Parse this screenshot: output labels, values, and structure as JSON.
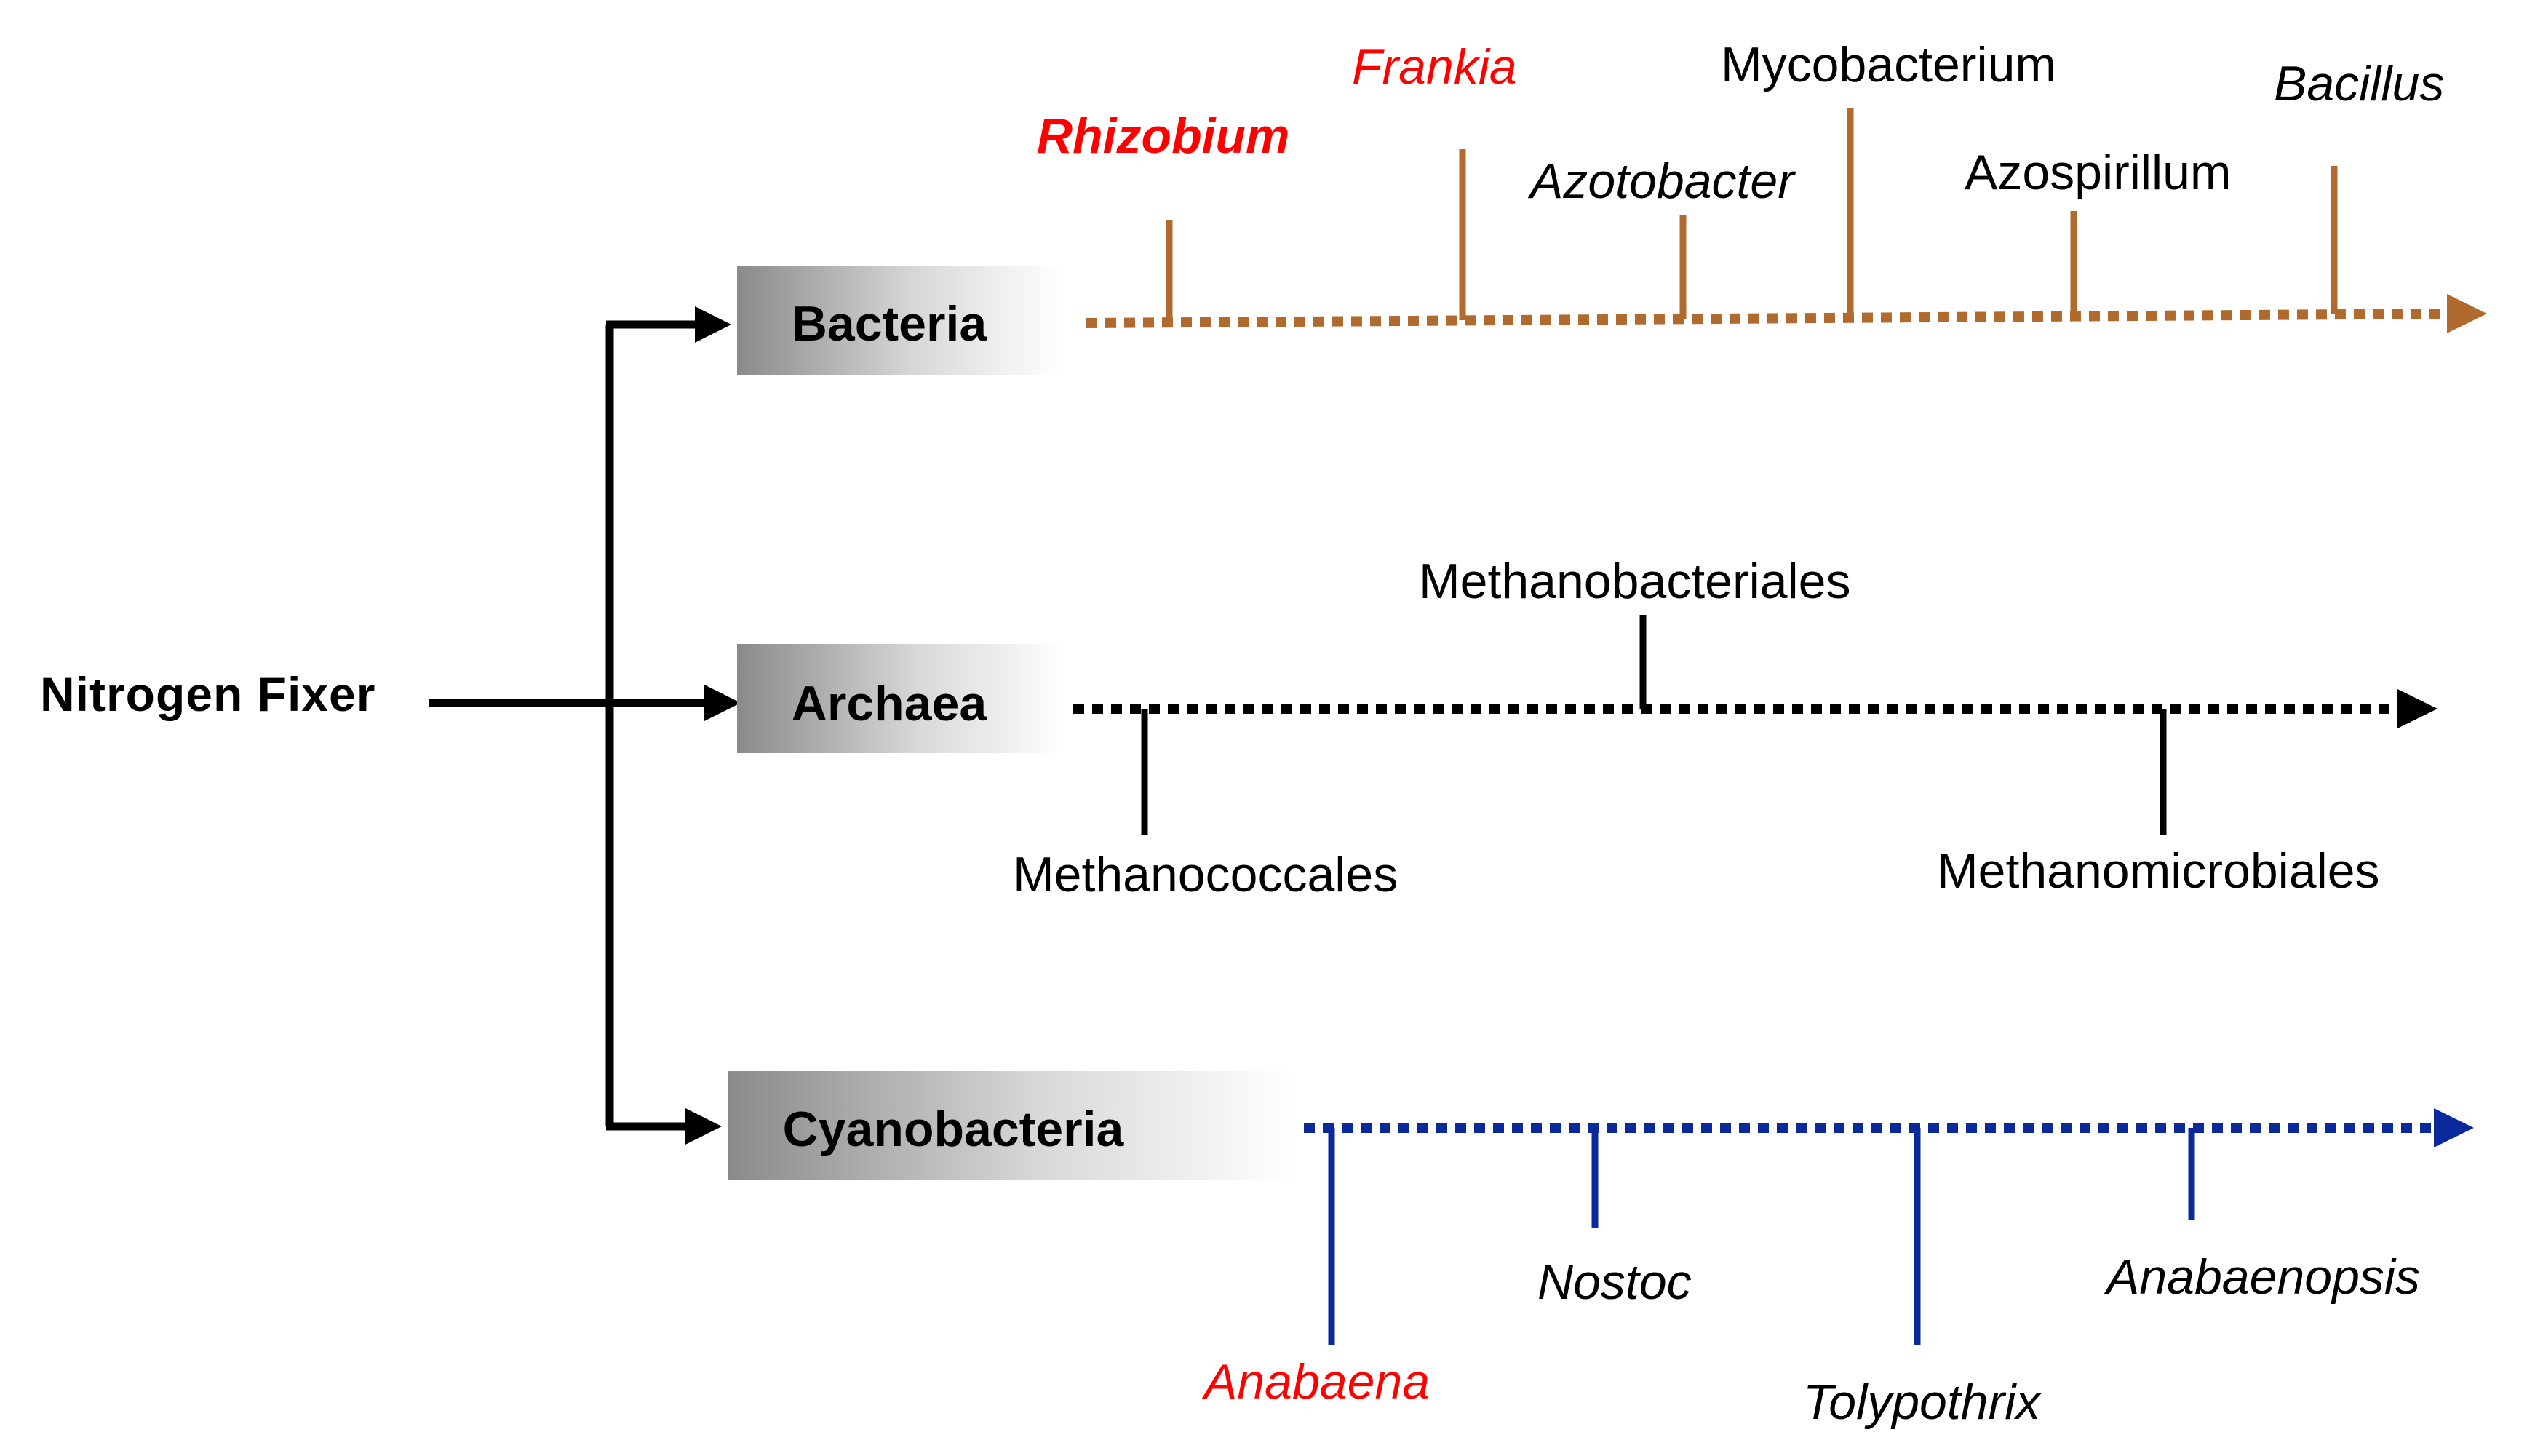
{
  "root": {
    "label": "Nitrogen Fixer"
  },
  "colors": {
    "trunk": "#000000",
    "bacteria": "#b06a2e",
    "archaea": "#000000",
    "cyanobacteria": "#0a2a9c",
    "highlight": "#ff0000",
    "text": "#000000"
  },
  "groups": {
    "bacteria": {
      "label": "Bacteria",
      "members": [
        {
          "name": "Rhizobium",
          "italic": true,
          "bold": true,
          "highlight": true
        },
        {
          "name": "Frankia",
          "italic": true,
          "highlight": true
        },
        {
          "name": "Azotobacter",
          "italic": true
        },
        {
          "name": "Mycobacterium"
        },
        {
          "name": "Azospirillum"
        },
        {
          "name": "Bacillus",
          "italic": true
        }
      ]
    },
    "archaea": {
      "label": "Archaea",
      "members": [
        {
          "name": "Methanococcales"
        },
        {
          "name": "Methanobacteriales"
        },
        {
          "name": "Methanomicrobiales"
        }
      ]
    },
    "cyanobacteria": {
      "label": "Cyanobacteria",
      "members": [
        {
          "name": "Anabaena",
          "italic": true,
          "highlight": true
        },
        {
          "name": "Nostoc",
          "italic": true
        },
        {
          "name": "Tolypothrix",
          "italic": true
        },
        {
          "name": "Anabaenopsis",
          "italic": true
        }
      ]
    }
  }
}
